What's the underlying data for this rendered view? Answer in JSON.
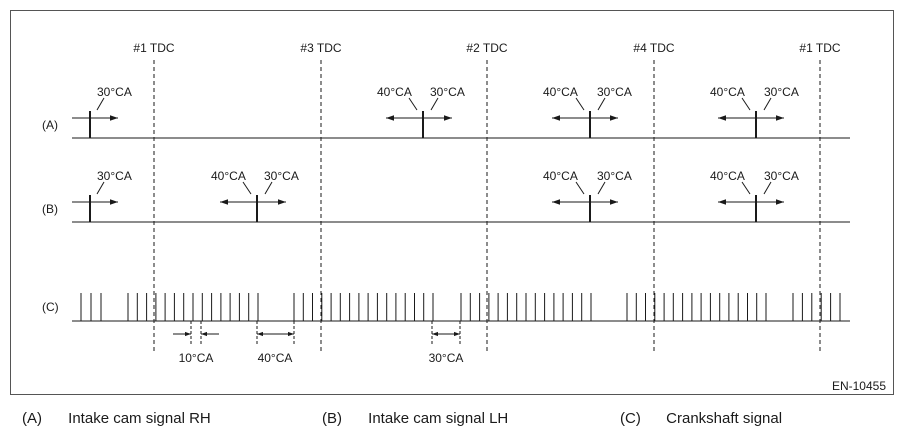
{
  "diagram_code": "EN-10455",
  "tdc_labels": [
    "#1 TDC",
    "#3 TDC",
    "#2 TDC",
    "#4 TDC",
    "#1 TDC"
  ],
  "signals": [
    {
      "tag": "(A)",
      "name": "Intake cam signal RH",
      "marks": [
        "30°CA",
        "40°CA",
        "30°CA",
        "40°CA",
        "30°CA",
        "40°CA",
        "30°CA"
      ]
    },
    {
      "tag": "(B)",
      "name": "Intake cam signal LH",
      "marks": [
        "30°CA",
        "40°CA",
        "30°CA",
        "40°CA",
        "30°CA",
        "40°CA",
        "30°CA"
      ]
    },
    {
      "tag": "(C)",
      "name": "Crankshaft signal",
      "dimensions": [
        "10°CA",
        "40°CA",
        "30°CA"
      ]
    }
  ],
  "colors": {
    "line": "#1a1a1a",
    "border": "#555555",
    "background": "#ffffff"
  }
}
